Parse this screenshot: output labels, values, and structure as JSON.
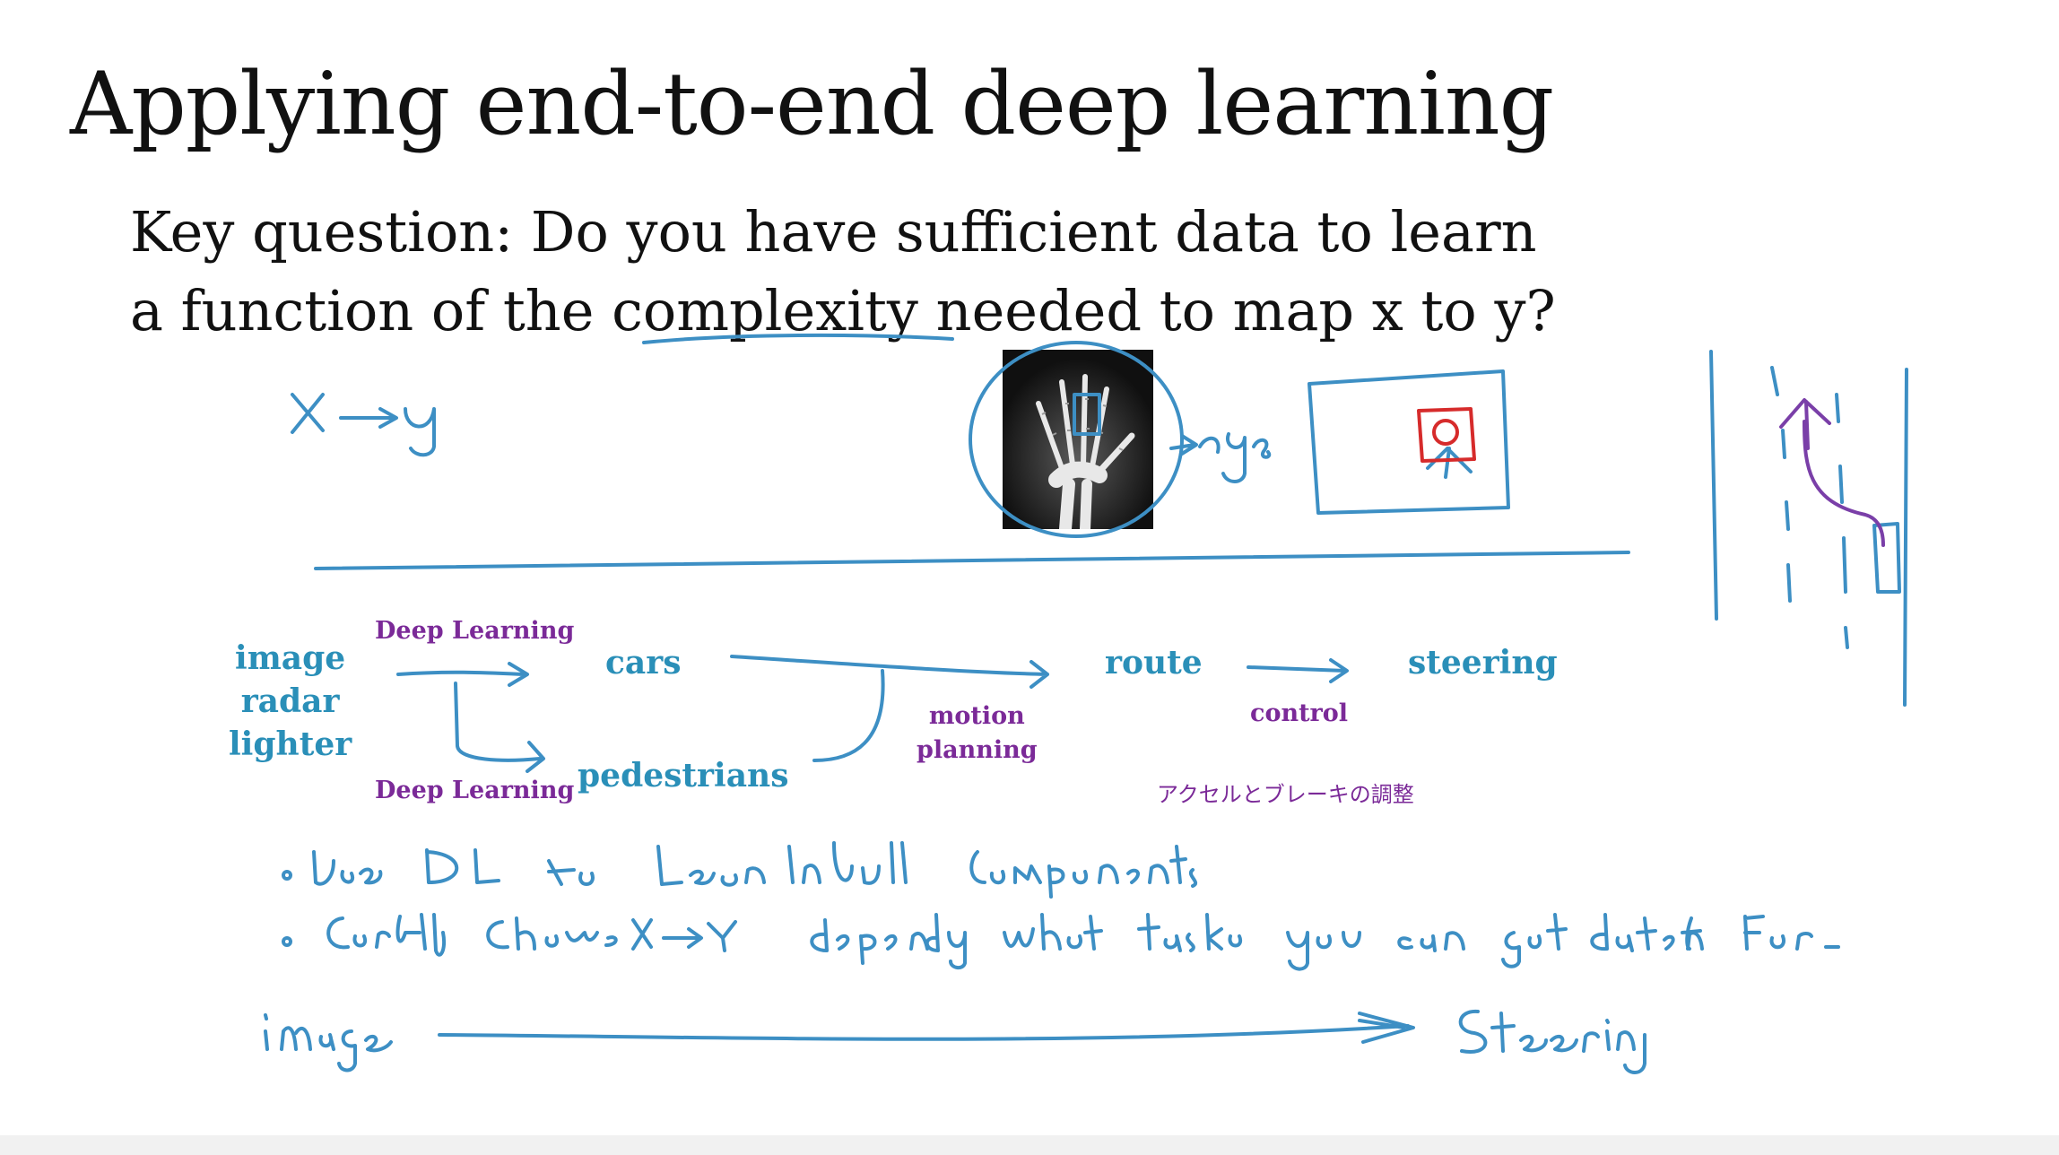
{
  "slide": {
    "title": "Applying end-to-end deep learning",
    "question_line1": "Key question: Do you have sufficient data to learn",
    "question_line2": "a function of the complexity needed to map x to y?"
  },
  "pipeline": {
    "inputs": [
      "image",
      "radar",
      "lighter"
    ],
    "dl_top": "Deep Learning",
    "dl_bottom": "Deep Learning",
    "cars": "cars",
    "pedestrians": "pedestrians",
    "motion_planning_line1": "motion",
    "motion_planning_line2": "planning",
    "route": "route",
    "control": "control",
    "steering": "steering",
    "japanese_note": "アクセルとブレーキの調整"
  },
  "colors": {
    "ink_blue": "#3d8fc4",
    "label_blue": "#2a8fb8",
    "label_purple": "#7b2a98",
    "annotation_red": "#d62b2b",
    "annotation_purple": "#7a3fa8"
  }
}
